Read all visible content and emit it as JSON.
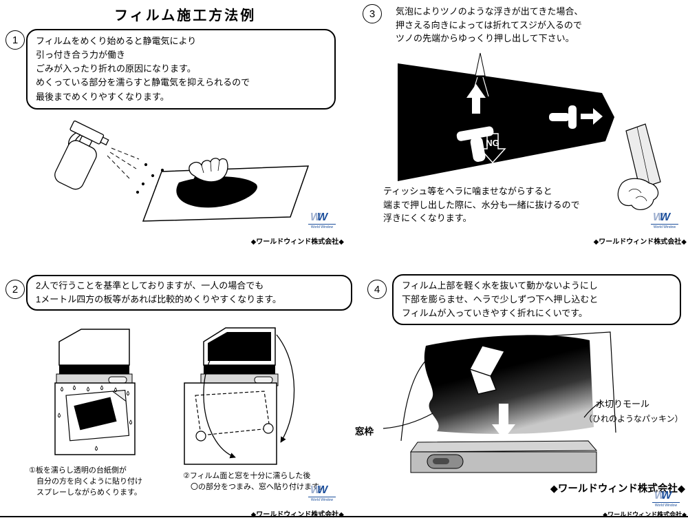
{
  "page": {
    "title": "フィルム施工方法例"
  },
  "brand": {
    "company": "◆ワールドウィンド株式会社◆",
    "logo_w1": "W",
    "logo_w2": "W",
    "logo_caption": "World Window"
  },
  "sections": {
    "s1": {
      "num": "1",
      "bubble": "フィルムをめくり始めると静電気により\n引っ付き合う力が働き\nごみが入ったり折れの原因になります。\nめくっている部分を濡らすと静電気を抑えられるので\n最後までめくりやすくなります。"
    },
    "s2": {
      "num": "2",
      "bubble": "2人で行うことを基準としておりますが、一人の場合でも\n1メートル四方の板等があれば比較的めくりやすくなります。",
      "caption_left": "①板を濡らし透明の台紙側が\n　自分の方を向くように貼り付け\n　スプレーしながらめくります。",
      "caption_right": "②フィルム面と窓を十分に濡らした後\n　〇の部分をつまみ、窓へ貼り付けます。"
    },
    "s3": {
      "num": "3",
      "text_top": "気泡によりツノのような浮きが出てきた場合、\n押さえる向きによっては折れてスジが入るので\nツノの先端からゆっくり押し出して下さい。",
      "ng": "NG",
      "text_bottom": "ティッシュ等をヘラに噛ませながらすると\n端まで押し出した際に、水分も一緒に抜けるので\n浮きにくくなります。"
    },
    "s4": {
      "num": "4",
      "bubble": "フィルム上部を軽く水を抜いて動かないようにし\n下部を膨らませ、ヘラで少しずつ下へ押し込むと\nフィルムが入っていきやすく折れにくいです。",
      "label_window_frame": "窓枠",
      "label_molding": "水切りモール",
      "label_molding_sub": "（ひれのようなパッキン）"
    }
  },
  "colors": {
    "accent_blue": "#1b4e9b",
    "logo_gray": "#9aaccd"
  }
}
